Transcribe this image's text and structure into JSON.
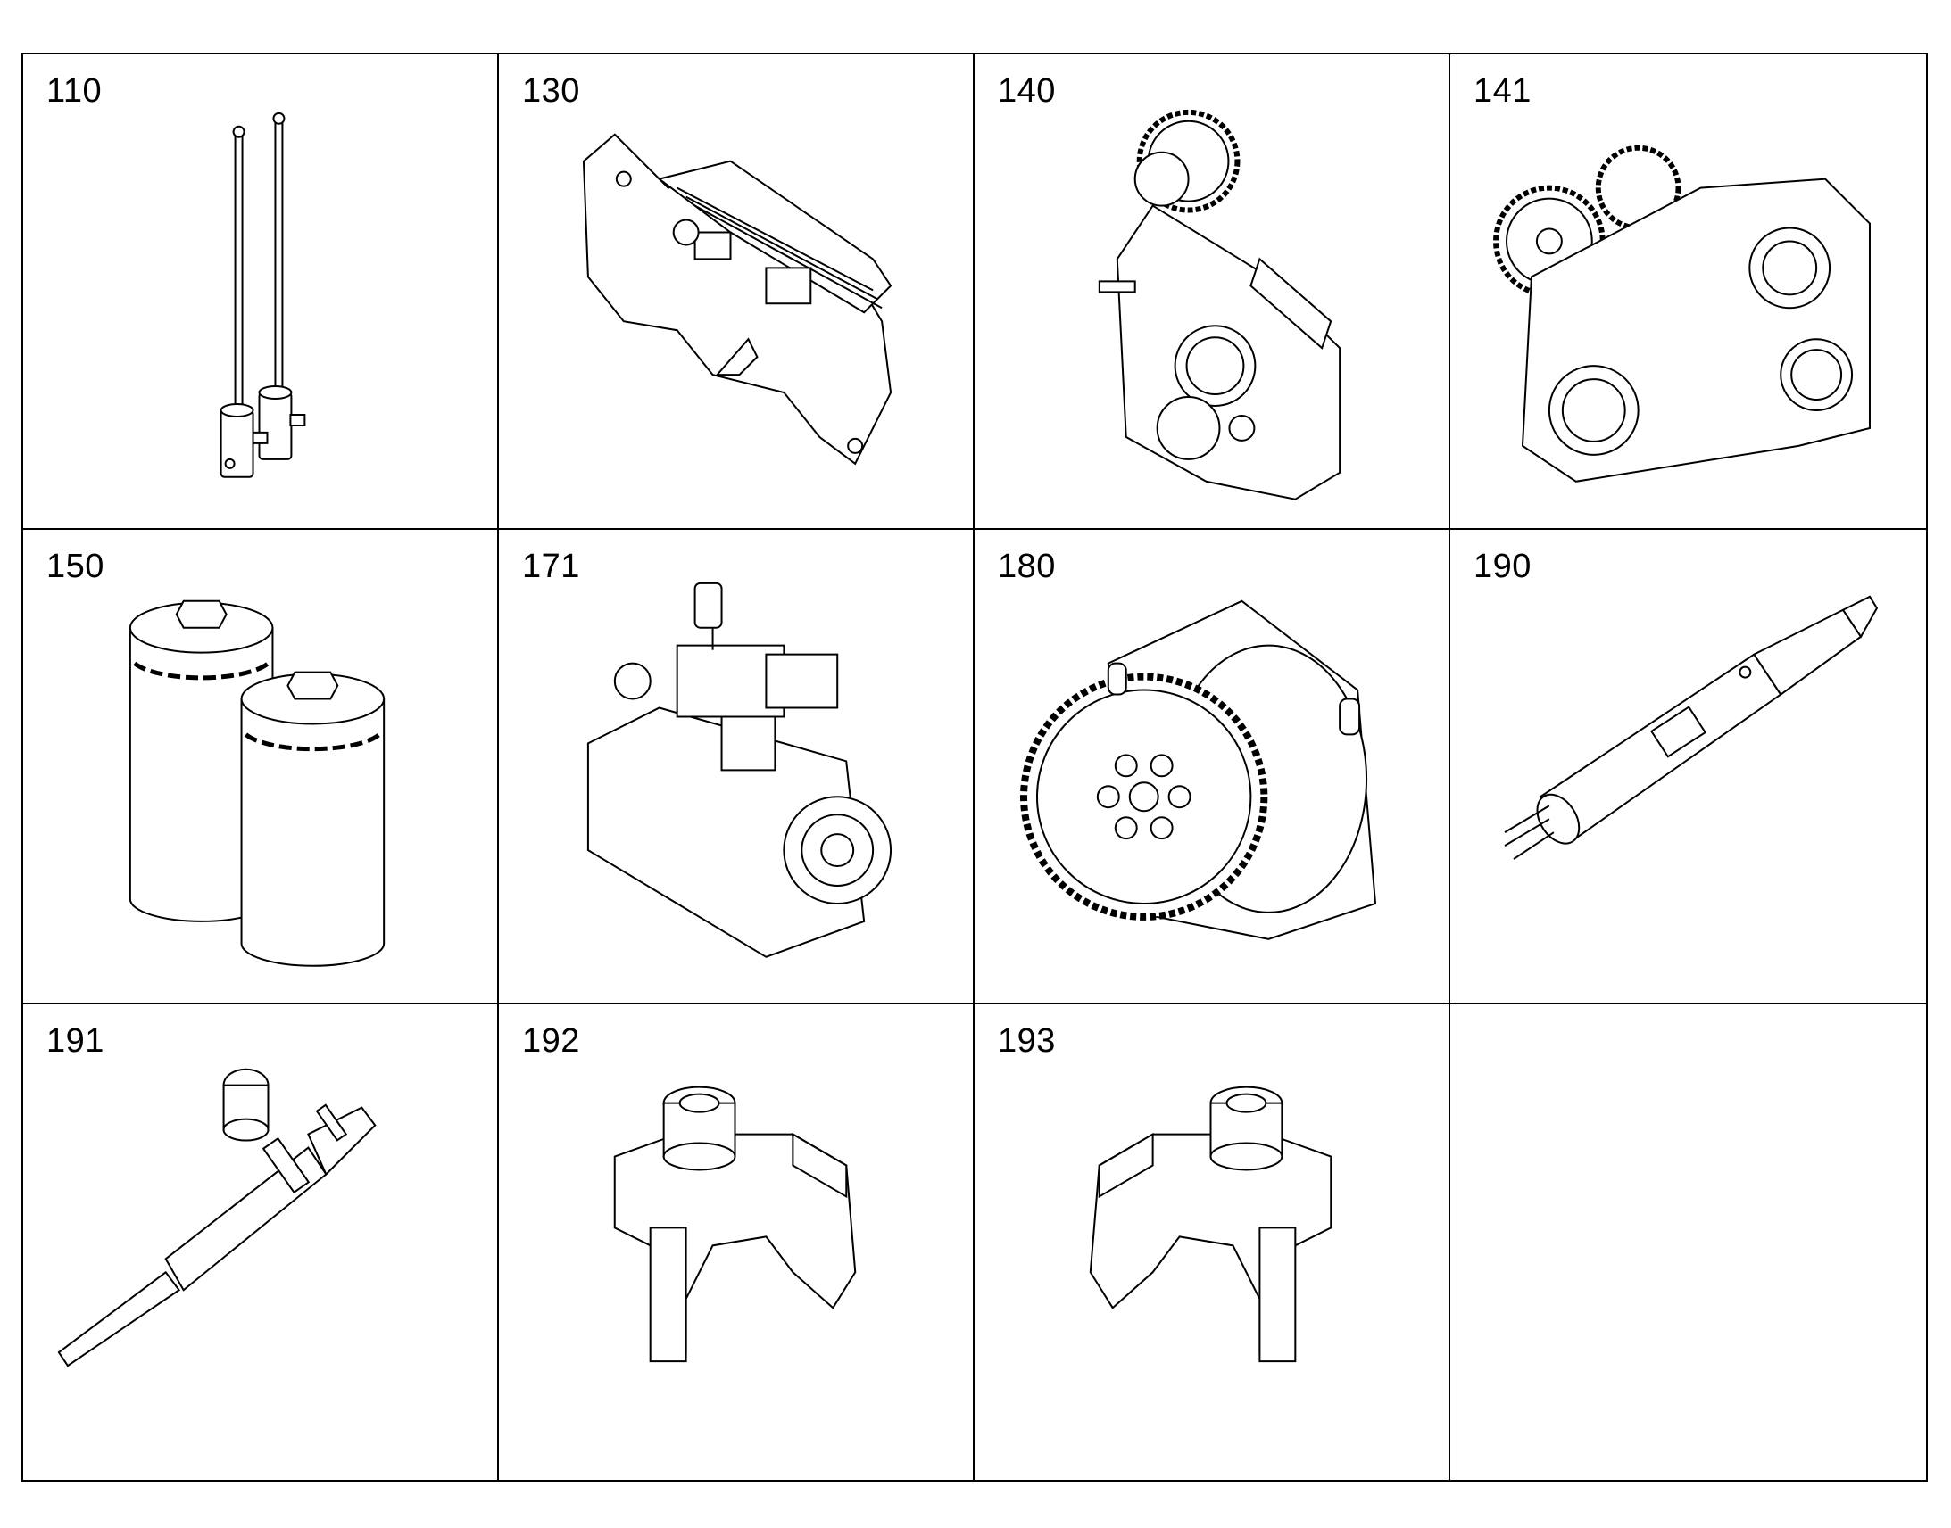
{
  "parts": [
    {
      "number": "110",
      "icon": "push-rods-icon"
    },
    {
      "number": "130",
      "icon": "manifold-housing-icon"
    },
    {
      "number": "140",
      "icon": "gear-housing-icon"
    },
    {
      "number": "141",
      "icon": "gear-housing-assembly-icon"
    },
    {
      "number": "150",
      "icon": "oil-filters-icon"
    },
    {
      "number": "171",
      "icon": "high-pressure-pump-icon"
    },
    {
      "number": "180",
      "icon": "gear-pump-icon"
    },
    {
      "number": "190",
      "icon": "injector-icon"
    },
    {
      "number": "191",
      "icon": "injector-nozzle-icon"
    },
    {
      "number": "192",
      "icon": "clamp-fork-icon"
    },
    {
      "number": "193",
      "icon": "clamp-fork-mirrored-icon"
    },
    {
      "number": "",
      "icon": ""
    }
  ]
}
